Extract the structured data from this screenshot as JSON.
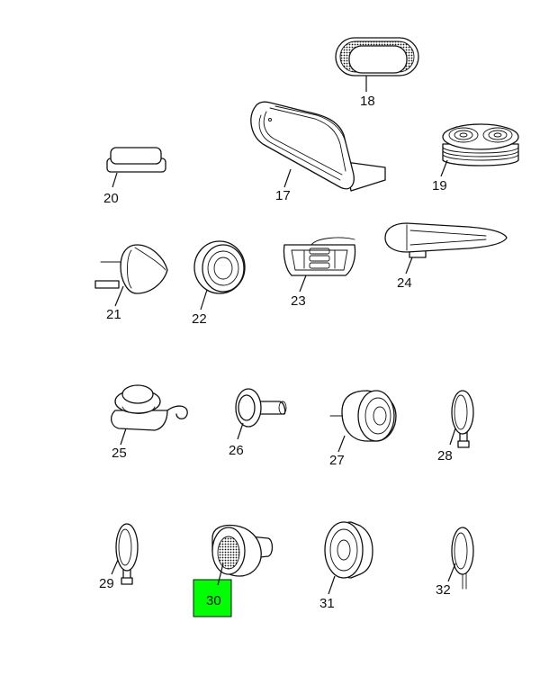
{
  "highlight_color": "#00ff00",
  "callouts": {
    "c17": "17",
    "c18": "18",
    "c19": "19",
    "c20": "20",
    "c21": "21",
    "c22": "22",
    "c23": "23",
    "c24": "24",
    "c25": "25",
    "c26": "26",
    "c27": "27",
    "c28": "28",
    "c29": "29",
    "c30": "30",
    "c31": "31",
    "c32": "32"
  },
  "selected_callout": "30"
}
